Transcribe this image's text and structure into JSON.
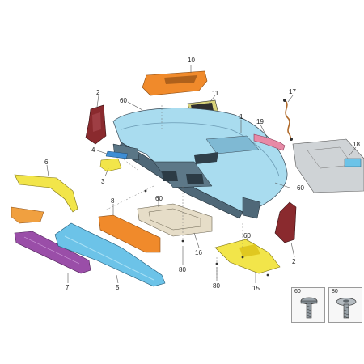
{
  "callouts": {
    "c1": "1",
    "c2a": "2",
    "c2b": "2",
    "c3": "3",
    "c4": "4",
    "c5": "5",
    "c6": "6",
    "c7": "7",
    "c8": "8",
    "c10": "10",
    "c11": "11",
    "c15": "15",
    "c16": "16",
    "c17": "17",
    "c18": "18",
    "c19": "19",
    "c60a": "60",
    "c60b": "60",
    "c60c": "60",
    "c60d": "60",
    "c80a": "80",
    "c80b": "80"
  },
  "legend": {
    "screw60": "60",
    "screw80": "80"
  },
  "colors": {
    "dashboard": "#a9dcef",
    "orange": "#f08a2b",
    "yellow": "#f2e54a",
    "blue_trim": "#6cc3e8",
    "purple": "#9a4ea8",
    "maroon": "#8a2a2e",
    "pink": "#e78aa6",
    "grey_frame": "#cfd3d6"
  }
}
